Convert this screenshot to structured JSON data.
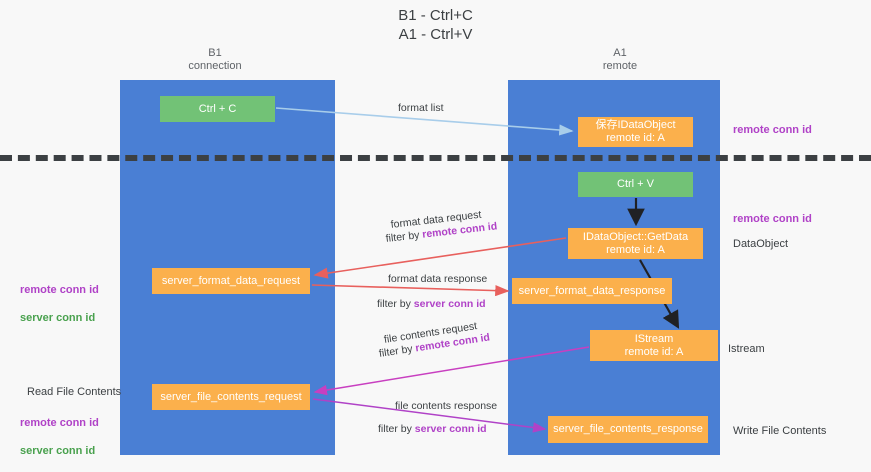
{
  "title": "B1 - Ctrl+C\nA1 - Ctrl+V",
  "columns": {
    "left": {
      "name": "B1",
      "role": "connection",
      "label": "B1\nconnection"
    },
    "right": {
      "name": "A1",
      "role": "remote",
      "label": "A1\nremote"
    }
  },
  "colors": {
    "lane": "#4a7fd4",
    "green_node": "#72c276",
    "orange_node": "#fbb04c",
    "purple_text": "#b042c7",
    "green_text": "#49a14e",
    "dark_text": "#3c4043",
    "arrow_blue": "#a8cdea",
    "arrow_red": "#e8605d",
    "arrow_black": "#202124",
    "arrow_magenta": "#c83fc0",
    "arrow_purple": "#b042c7",
    "background": "#f8f8f8"
  },
  "nodes": {
    "ctrl_c": "Ctrl + C",
    "hozon_idataobject": "保存IDataObject\nremote id: A",
    "ctrl_v": "Ctrl + V",
    "getdata": "IDataObject::GetData\nremote id: A",
    "server_format_data_request": "server_format_data_request",
    "server_format_data_response": "server_format_data_response",
    "istream": "IStream\nremote id: A",
    "server_file_contents_request": "server_file_contents_request",
    "server_file_contents_response": "server_file_contents_response"
  },
  "edge_labels": {
    "format_list": "format list",
    "format_data_request": "format data request",
    "format_data_request_filter_prefix": "filter by ",
    "format_data_request_filter_key": "remote conn id",
    "format_data_response": "format data response",
    "format_data_response_filter_prefix": "filter by ",
    "format_data_response_filter_key": "server conn id",
    "file_contents_request": "file contents request",
    "file_contents_request_filter_prefix": "filter by ",
    "file_contents_request_filter_key": "remote conn id",
    "file_contents_response": "file contents response",
    "file_contents_response_filter_prefix": "filter by ",
    "file_contents_response_filter_key": "server conn id"
  },
  "annotations": {
    "right_remote_conn_id_top": "remote conn id",
    "right_remote_conn_id_mid": "remote conn id",
    "right_dataobject": "DataObject",
    "right_istream": "Istream",
    "right_write_file_contents": "Write File Contents",
    "left_remote_conn_id_mid": "remote conn id",
    "left_server_conn_id_mid": "server conn id",
    "left_read_file_contents": "Read File Contents",
    "left_remote_conn_id_bot": "remote conn id",
    "left_server_conn_id_bot": "server conn id"
  }
}
